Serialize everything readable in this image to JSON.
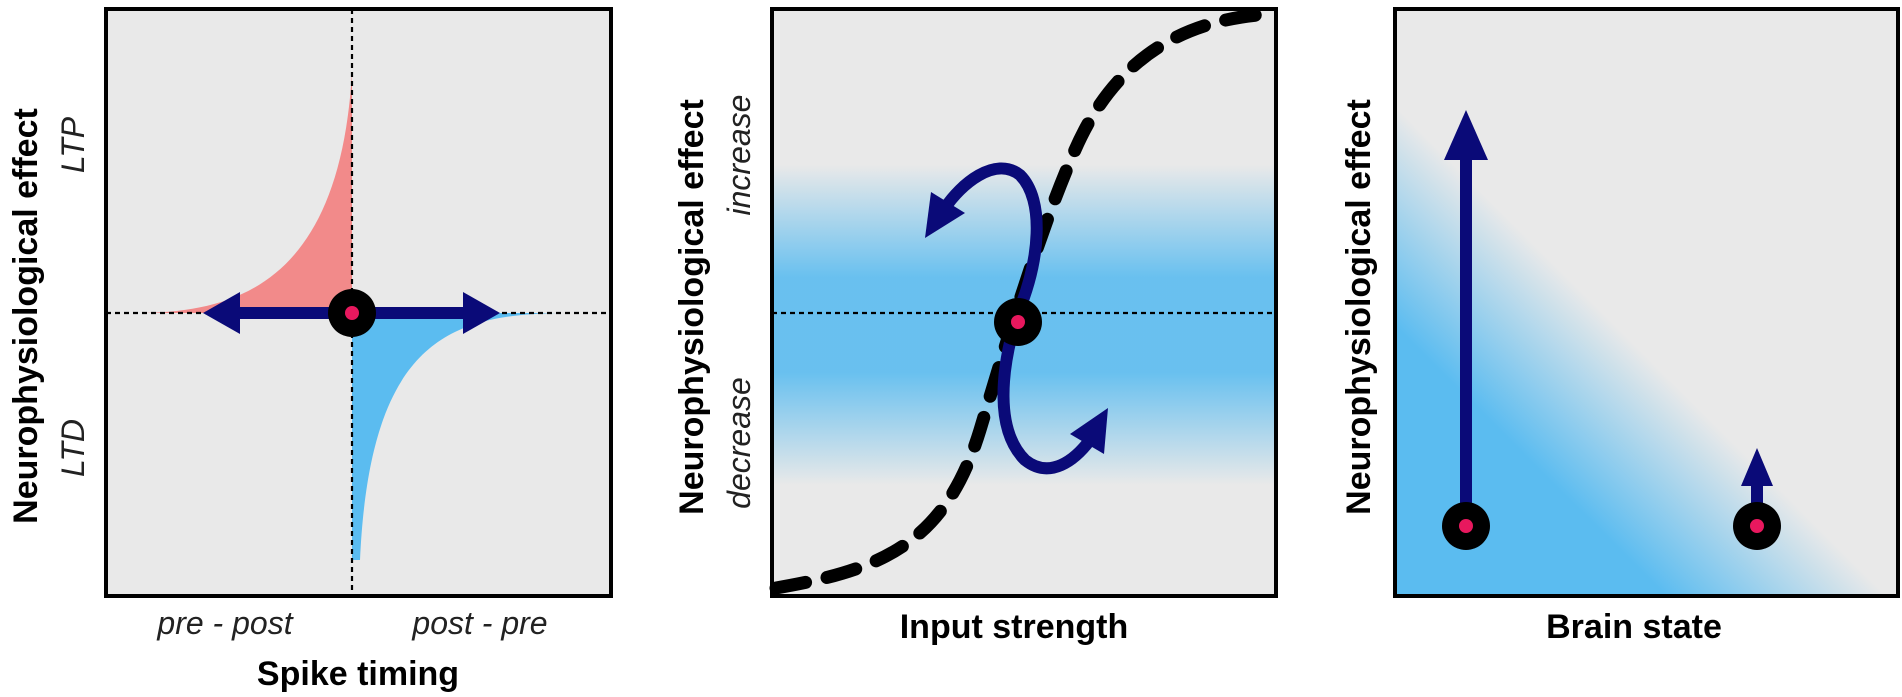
{
  "panels": [
    {
      "ylabel": "Neurophysiological effect",
      "ytop": "LTP",
      "ybottom": "LTD",
      "xleft": "pre - post",
      "xright": "post - pre",
      "xlabel": "Spike timing"
    },
    {
      "ylabel": "Neurophysiological effect",
      "ytop": "increase",
      "ybottom": "decrease",
      "xlabel": "Input strength"
    },
    {
      "ylabel": "Neurophysiological effect",
      "xlabel": "Brain state"
    }
  ],
  "colors": {
    "panel_bg": "#e9e9e9",
    "ltp_fill": "#f28a8a",
    "ltd_fill": "#5bbcf0",
    "arrow": "#0a0a78",
    "dot_center": "#e8185e",
    "band_blue": "#5bbcf0"
  }
}
